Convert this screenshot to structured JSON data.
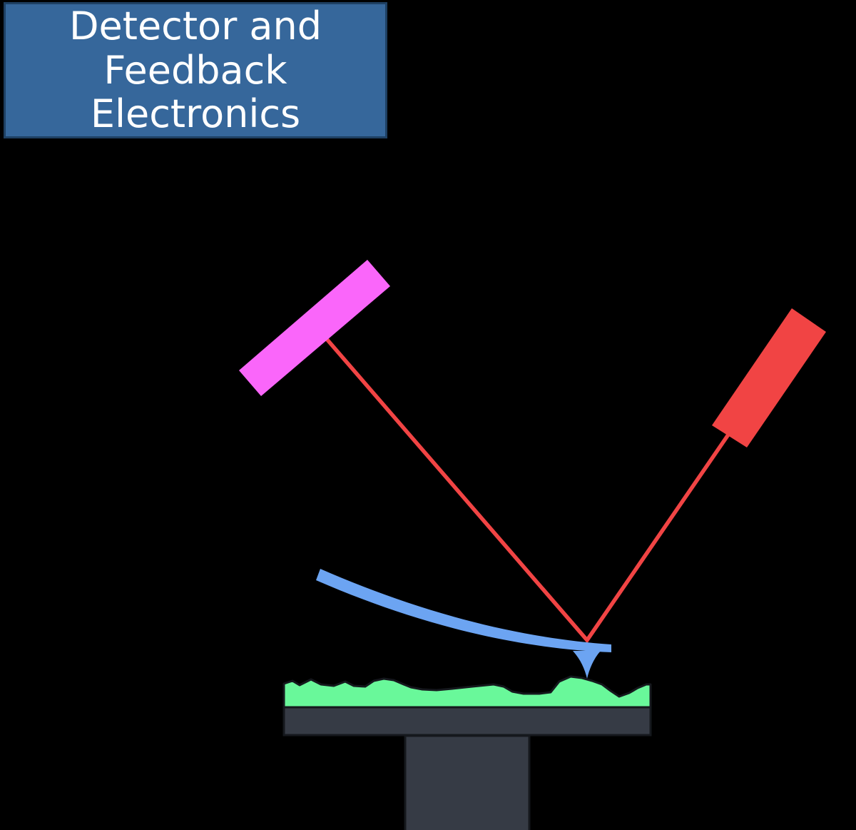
{
  "header": {
    "label": "Detector and\nFeedback\nElectronics"
  },
  "components": {
    "detector_box": "detector-and-feedback-electronics-box",
    "photodetector": "photodetector-mirror",
    "laser": "laser-diode",
    "laser_beam": "laser-beam",
    "cantilever": "cantilever",
    "tip": "probe-tip",
    "sample": "sample-surface",
    "stage_bar": "sample-stage-platform",
    "stage_stem": "sample-stage-pedestal"
  },
  "colors": {
    "background": "#000000",
    "detector_box_fill": "#36679B",
    "detector_box_border": "#1E4063",
    "detector_box_text": "#FFFFFF",
    "photodetector": "#FA66FA",
    "laser": "#F14444",
    "laser_beam": "#F14444",
    "cantilever": "#6CA4F2",
    "tip": "#6CA4F2",
    "sample_surface": "#69F89A",
    "stage": "#363B45",
    "outline": "#15181D"
  }
}
